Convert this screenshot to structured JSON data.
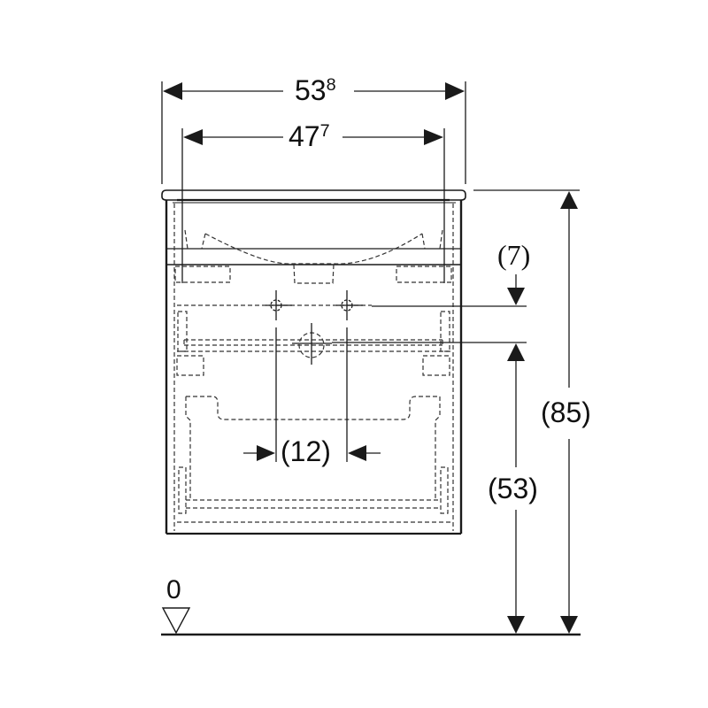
{
  "diagram": {
    "type": "technical-dimension-drawing",
    "subject": "vanity unit with washbasin, front view",
    "colors": {
      "line": "#1a1a1a",
      "background": "#ffffff",
      "hidden_line": "#333333"
    }
  },
  "dimensions": {
    "overall_width": {
      "main": "53",
      "sup": "8",
      "value": "53.8"
    },
    "inner_width": {
      "main": "47",
      "sup": "7",
      "value": "47.7"
    },
    "top_offset": {
      "label": "(7)",
      "value": 7
    },
    "tap_spacing": {
      "label": "(12)",
      "value": 12
    },
    "drain_height": {
      "label": "(53)",
      "value": 53
    },
    "total_height": {
      "label": "(85)",
      "value": 85
    },
    "floor_level": {
      "label": "0"
    }
  }
}
